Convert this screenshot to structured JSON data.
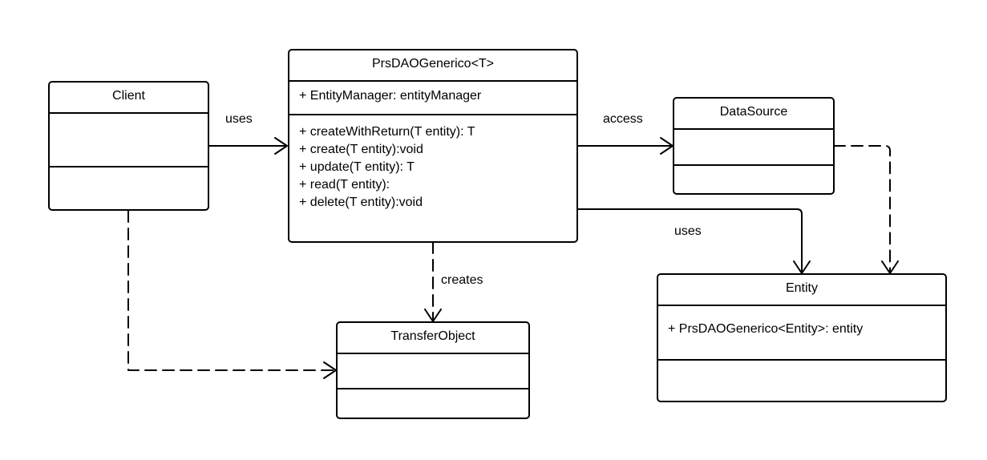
{
  "classes": {
    "client": {
      "name": "Client",
      "attributes": [],
      "methods": []
    },
    "prsdao": {
      "name": "PrsDAOGenerico<T>",
      "attributes": [
        "+ EntityManager: entityManager"
      ],
      "methods": [
        "+ createWithReturn(T entity): T",
        "+ create(T entity):void",
        "+ update(T entity): T",
        "+ read(T entity):",
        "+ delete(T entity):void"
      ]
    },
    "datasource": {
      "name": "DataSource",
      "attributes": [],
      "methods": []
    },
    "entity": {
      "name": "Entity",
      "attributes": [
        "+ PrsDAOGenerico<Entity>: entity"
      ],
      "methods": []
    },
    "transferobject": {
      "name": "TransferObject",
      "attributes": [],
      "methods": []
    }
  },
  "relations": {
    "client_uses": "uses",
    "dao_access": "access",
    "dao_uses": "uses",
    "dao_creates": "creates"
  }
}
